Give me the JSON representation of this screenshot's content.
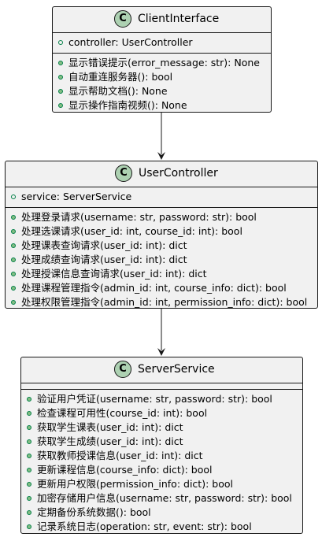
{
  "classes": [
    {
      "name": "ClientInterface",
      "attributes": [
        "controller: UserController"
      ],
      "methods": [
        "显示错误提示(error_message: str): None",
        "自动重连服务器(): bool",
        "显示帮助文档(): None",
        "显示操作指南视频(): None"
      ]
    },
    {
      "name": "UserController",
      "attributes": [
        "service: ServerService"
      ],
      "methods": [
        "处理登录请求(username: str, password: str): bool",
        "处理选课请求(user_id: int, course_id: int): bool",
        "处理课表查询请求(user_id: int): dict",
        "处理成绩查询请求(user_id: int): dict",
        "处理授课信息查询请求(user_id: int): dict",
        "处理课程管理指令(admin_id: int, course_info: dict): bool",
        "处理权限管理指令(admin_id: int, permission_info: dict): bool"
      ]
    },
    {
      "name": "ServerService",
      "attributes": [],
      "methods": [
        "验证用户凭证(username: str, password: str): bool",
        "检查课程可用性(course_id: int): bool",
        "获取学生课表(user_id: int): dict",
        "获取学生成绩(user_id: int): dict",
        "获取教师授课信息(user_id: int): dict",
        "更新课程信息(course_info: dict): bool",
        "更新用户权限(permission_info: dict): bool",
        "加密存储用户信息(username: str, password: str): bool",
        "定期备份系统数据(): bool",
        "记录系统日志(operation: str, event: str): bool"
      ]
    }
  ],
  "badge_letter": "C",
  "colors": {
    "class_fill": "#f1f1f1",
    "badge_fill": "#add1b2",
    "border": "#181818",
    "marker": "#038048",
    "method_marker_fill": "#84be84"
  }
}
